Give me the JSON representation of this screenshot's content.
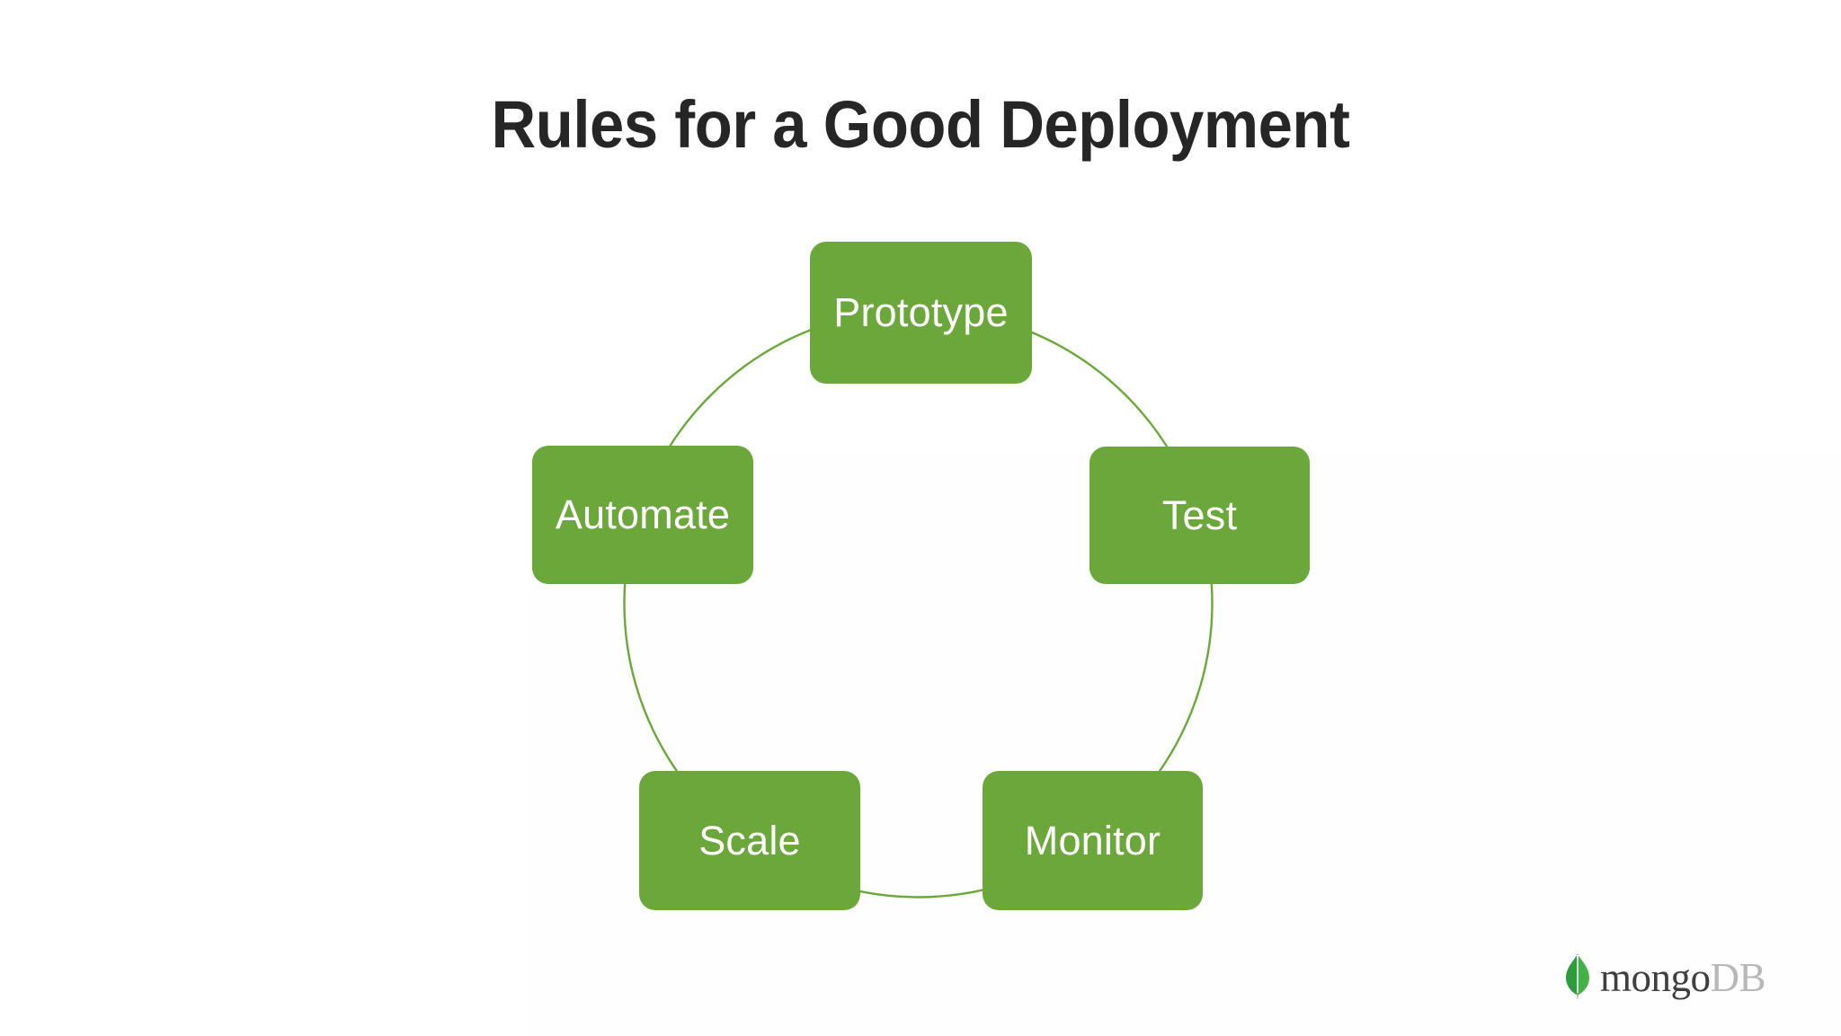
{
  "slide": {
    "title": "Rules for a Good Deployment",
    "background_color": "#FFFFFF",
    "title_color": "#262626"
  },
  "diagram": {
    "type": "cycle",
    "shape": "circle",
    "ring_color": "#6BA73B",
    "node_fill": "#6BA73B",
    "node_text_color": "#FFFFFF",
    "nodes": [
      {
        "id": "prototype",
        "label": "Prototype",
        "position": "top"
      },
      {
        "id": "test",
        "label": "Test",
        "position": "upper-right"
      },
      {
        "id": "monitor",
        "label": "Monitor",
        "position": "lower-right"
      },
      {
        "id": "scale",
        "label": "Scale",
        "position": "lower-left"
      },
      {
        "id": "automate",
        "label": "Automate",
        "position": "upper-left"
      }
    ]
  },
  "logo": {
    "leaf_icon": "mongodb-leaf-icon",
    "leaf_color_dark": "#13AA52",
    "leaf_color_light": "#3FA037",
    "word_primary": "mongo",
    "word_secondary": "DB"
  }
}
